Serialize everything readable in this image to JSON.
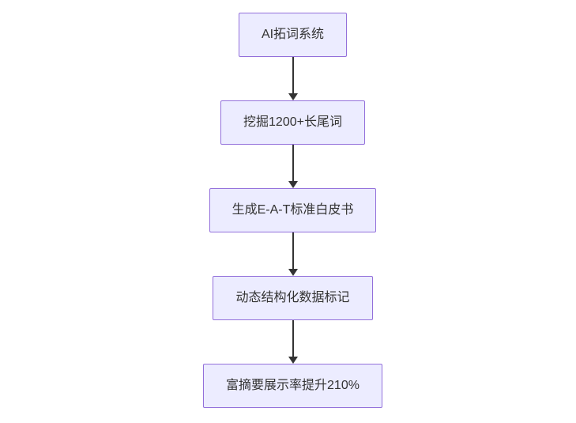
{
  "diagram": {
    "type": "flowchart",
    "direction": "top-down",
    "nodes": [
      {
        "id": "n1",
        "label": "AI拓词系统"
      },
      {
        "id": "n2",
        "label": "挖掘1200+长尾词"
      },
      {
        "id": "n3",
        "label": "生成E-A-T标准白皮书"
      },
      {
        "id": "n4",
        "label": "动态结构化数据标记"
      },
      {
        "id": "n5",
        "label": "富摘要展示率提升210%"
      }
    ],
    "edges": [
      {
        "from": "n1",
        "to": "n2"
      },
      {
        "from": "n2",
        "to": "n3"
      },
      {
        "from": "n3",
        "to": "n4"
      },
      {
        "from": "n4",
        "to": "n5"
      }
    ],
    "colors": {
      "node_fill": "#ECECFF",
      "node_border": "#9370DB",
      "arrow": "#333333",
      "text": "#333333",
      "background": "#ffffff"
    }
  }
}
